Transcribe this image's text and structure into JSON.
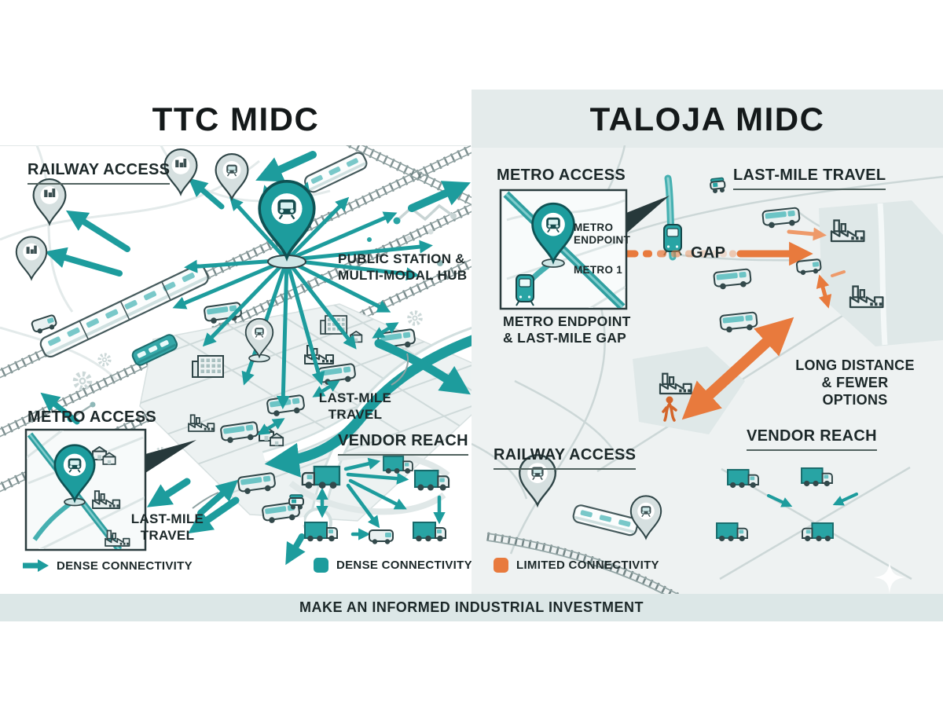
{
  "colors": {
    "teal": "#1d9c9d",
    "teal_light": "#6cc4c5",
    "orange": "#e87a3d",
    "header_band": "#e4ebeb",
    "panel_body": "#eef2f2",
    "footer_bar": "#dce7e7",
    "heading_text": "#1c2829"
  },
  "left_panel": {
    "title": "TTC MIDC",
    "headings": {
      "railway_access": "RAILWAY ACCESS",
      "metro_access": "METRO ACCESS",
      "vendor_reach": "VENDOR REACH"
    },
    "labels": {
      "hub_line1": "PUBLIC STATION &",
      "hub_line2": "MULTI-MODAL HUB",
      "last_mile_a_line1": "LAST-MILE",
      "last_mile_a_line2": "TRAVEL",
      "last_mile_b_line1": "LAST-MILE",
      "last_mile_b_line2": "TRAVEL"
    },
    "legend": [
      {
        "marker": "arrow-icon",
        "label": "DENSE CONNECTIVITY"
      },
      {
        "marker": "square-icon",
        "label": "DENSE CONNECTIVITY"
      }
    ]
  },
  "right_panel": {
    "title": "TALOJA MIDC",
    "headings": {
      "metro_access": "METRO ACCESS",
      "last_mile_travel": "LAST-MILE TRAVEL",
      "railway_access": "RAILWAY ACCESS",
      "vendor_reach": "VENDOR REACH"
    },
    "labels": {
      "metro_endpoint_line1": "METRO",
      "metro_endpoint_line2": "ENDPOINT",
      "metro_line_name": "METRO 1",
      "inset_caption_line1": "METRO ENDPOINT",
      "inset_caption_line2": "& LAST-MILE GAP",
      "gap": "GAP",
      "long_distance_line1": "LONG DISTANCE",
      "long_distance_line2": "& FEWER OPTIONS"
    },
    "legend": [
      {
        "marker": "square-icon",
        "label": "LIMITED CONNECTIVITY"
      }
    ]
  },
  "footer": {
    "banner": "MAKE AN INFORMED INDUSTRIAL INVESTMENT"
  }
}
